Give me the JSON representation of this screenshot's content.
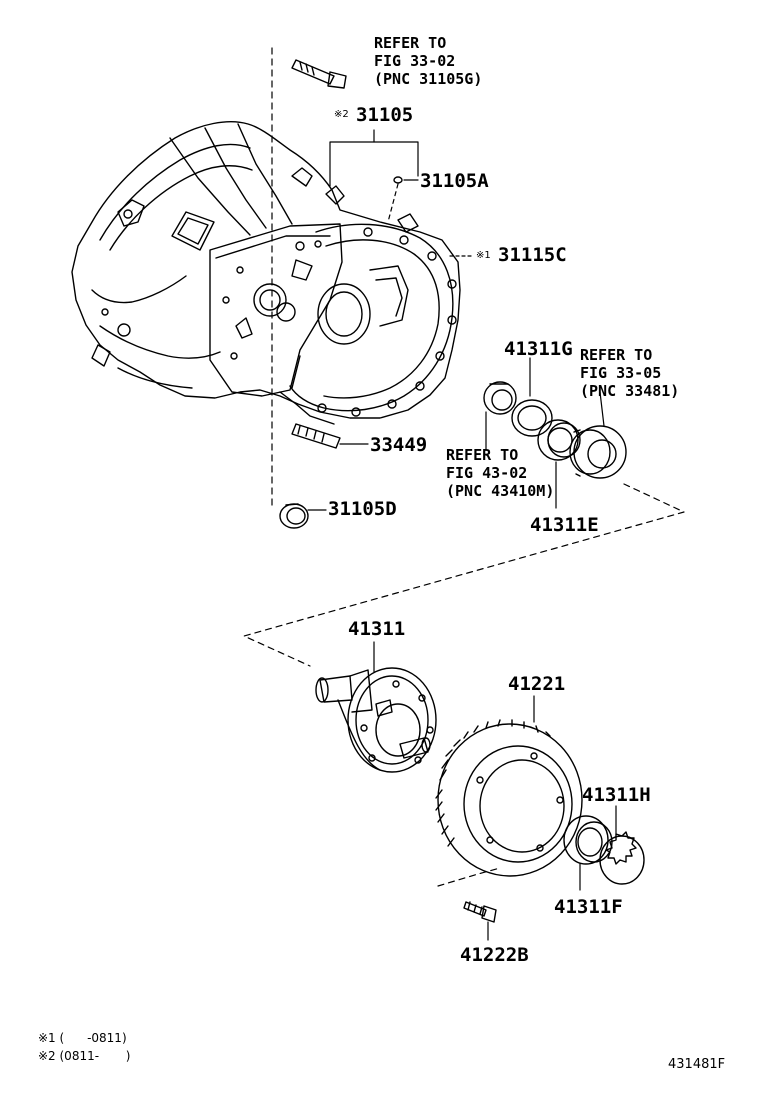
{
  "parts": {
    "p31105": "31105",
    "p31105_mark": "※2",
    "p31105A": "31105A",
    "p31115C": "31115C",
    "p31115C_mark": "※1",
    "p41311G": "41311G",
    "p33449": "33449",
    "p31105D": "31105D",
    "p41311E": "41311E",
    "p41311": "41311",
    "p41221": "41221",
    "p41311H": "41311H",
    "p41311F": "41311F",
    "p41222B": "41222B"
  },
  "refs": {
    "bolt": [
      "REFER TO",
      "FIG 33-02",
      "(PNC 31105G)"
    ],
    "seal": [
      "REFER TO",
      "FIG 33-05",
      "(PNC 33481)"
    ],
    "bearing": [
      "REFER TO",
      "FIG 43-02",
      "(PNC 43410M)"
    ]
  },
  "notes": {
    "n1": "※1 (      -0811)",
    "n2": "※2 (0811-       )"
  },
  "figure_id": "431481F"
}
